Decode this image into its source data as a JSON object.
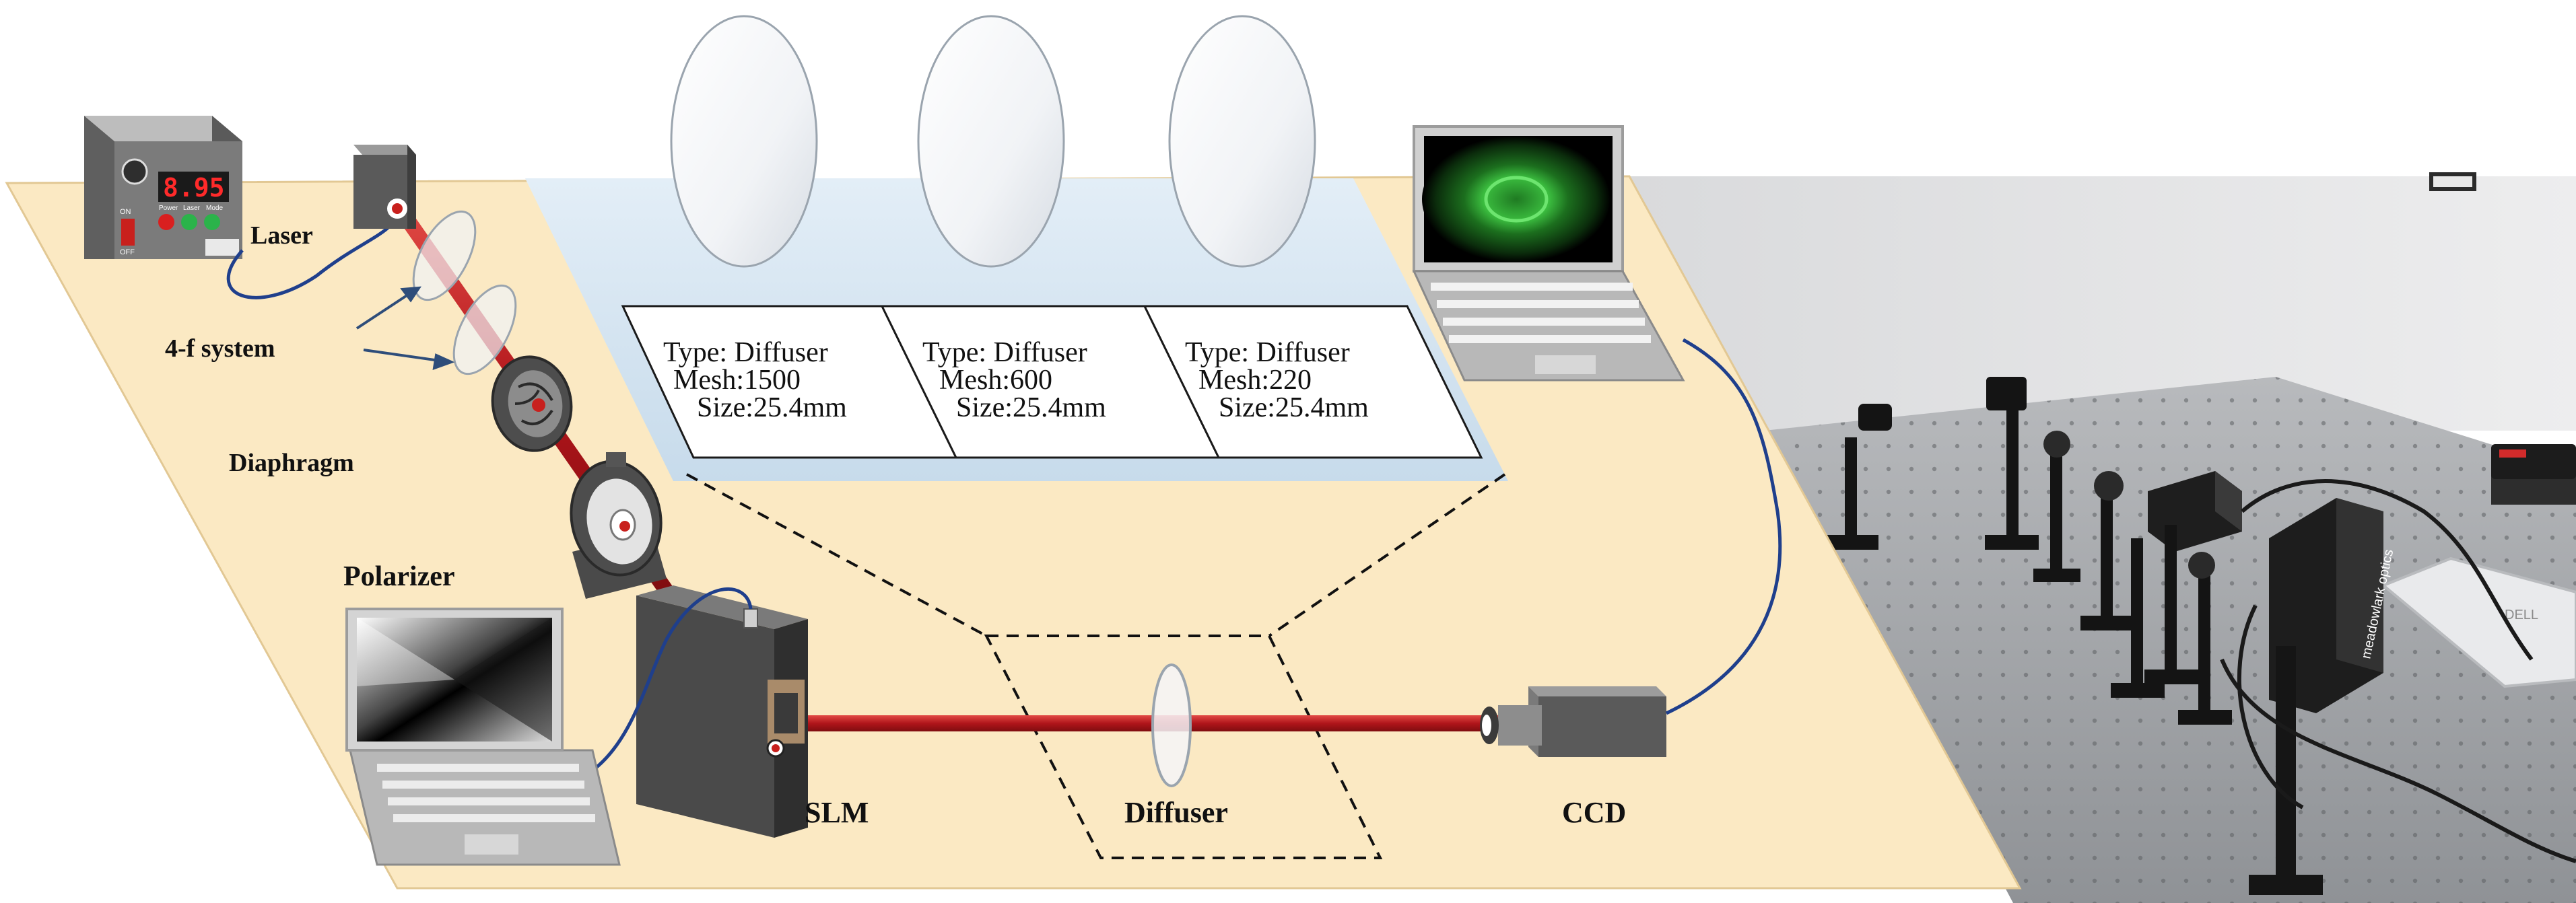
{
  "colors": {
    "table": "#fbe9c3",
    "table_edge": "#e7cf9d",
    "panel": "#d6e6f2",
    "beam": "#c8201d",
    "cable": "#1f3f8c",
    "device_dark": "#4a4a4a",
    "device_mid": "#6b6b6b",
    "laptop": "#c9c9c9"
  },
  "labels": {
    "laser": "Laser",
    "four_f": "4-f system",
    "diaphragm": "Diaphragm",
    "polarizer": "Polarizer",
    "slm": "SLM",
    "diffuser": "Diffuser",
    "ccd": "CCD"
  },
  "power_supply": {
    "display": "8.95",
    "on_label": "ON",
    "off_label": "OFF",
    "button_labels": [
      "Power",
      "Laser",
      "Mode"
    ]
  },
  "diffuser_specs": [
    {
      "type": "Type: Diffuser",
      "mesh": "Mesh:1500",
      "size": "Size:25.4mm"
    },
    {
      "type": "Type: Diffuser",
      "mesh": "Mesh:600",
      "size": "Size:25.4mm"
    },
    {
      "type": "Type: Diffuser",
      "mesh": "Mesh:220",
      "size": "Size:25.4mm"
    }
  ],
  "photo": {
    "laptop_brand": "DELL",
    "device_brand": "meadowlark optics"
  },
  "icons": {
    "arrow_4f": "arrow-icon",
    "speckle": "speckle-pattern",
    "hologram": "phase-pattern"
  }
}
